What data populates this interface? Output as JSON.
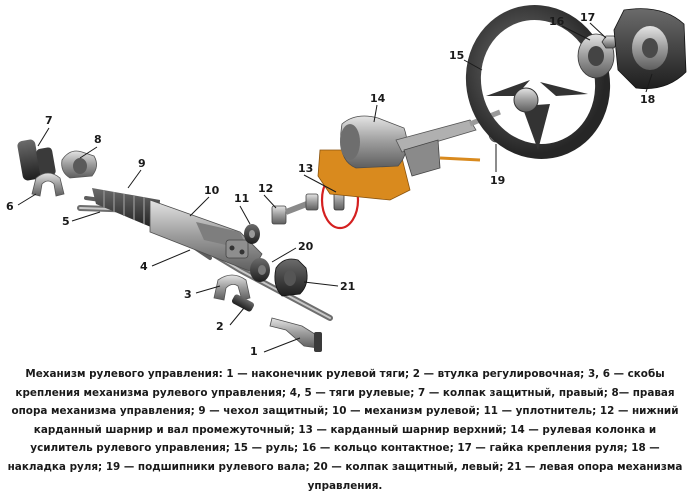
{
  "labels": {
    "l1": "1",
    "l2": "2",
    "l3": "3",
    "l4": "4",
    "l5": "5",
    "l6": "6",
    "l7": "7",
    "l8": "8",
    "l9": "9",
    "l10": "10",
    "l11": "11",
    "l12": "12",
    "l13": "13",
    "l14": "14",
    "l15": "15",
    "l16": "16",
    "l17": "17",
    "l18": "18",
    "l19": "19",
    "l20": "20",
    "l21": "21"
  },
  "caption": {
    "title": "Механизм рулевого управления:",
    "body": " 1 — наконечник рулевой тяги; 2 — втулка регулировочная; 3, 6 — скобы крепления механизма рулевого управления; 4, 5 — тяги рулевые; 7 — колпак защитный, правый; 8— правая опора механизма управления; 9 — чехол защитный; 10 — механизм рулевой; 11 — уплотнитель; 12 — нижний карданный шарнир и вал промежуточный; 13 — карданный шарнир верхний; 14 — рулевая колонка и усилитель рулевого управления; 15 — руль; 16 — кольцо контактное; 17 — гайка крепления руля; 18 — накладка руля; 19 — подшипники рулевого вала; 20 — колпак защитный, левый; 21 — левая опора механизма управления."
  },
  "colors": {
    "metal": "#9a9a9a",
    "rubber": "#2b2b2b",
    "bracket_orange": "#d98a1e",
    "highlight_red": "#d42020"
  }
}
